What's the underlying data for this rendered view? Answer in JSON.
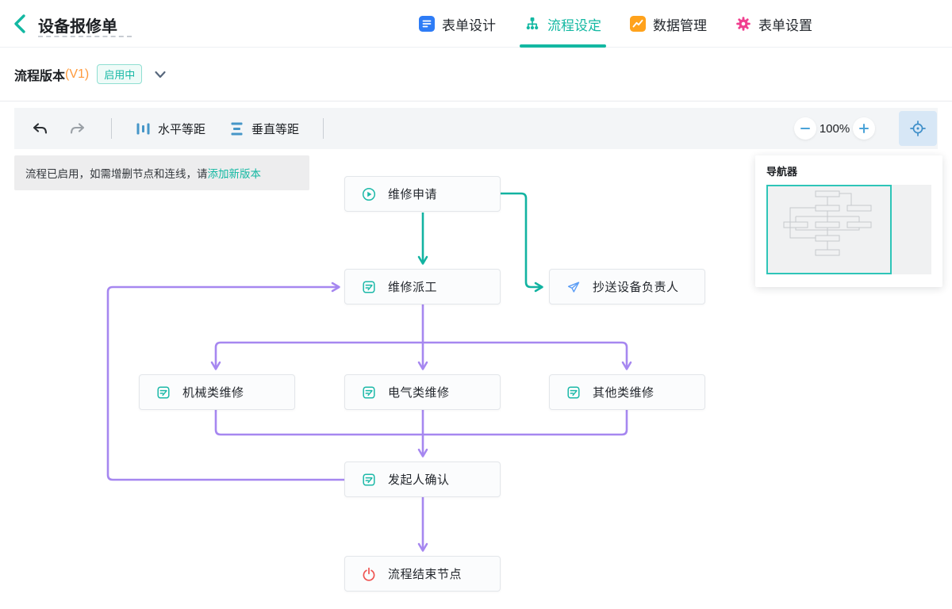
{
  "header": {
    "title": "设备报修单",
    "tabs": [
      {
        "label": "表单设计"
      },
      {
        "label": "流程设定"
      },
      {
        "label": "数据管理"
      },
      {
        "label": "表单设置"
      }
    ]
  },
  "version_bar": {
    "label": "流程版本",
    "version": "(V1)",
    "status": "启用中"
  },
  "toolbar": {
    "distribute_h": "水平等距",
    "distribute_v": "垂直等距",
    "zoom_level": "100%"
  },
  "notice": {
    "text": "流程已启用，如需增删节点和连线，请",
    "link_label": "添加新版本"
  },
  "navigator": {
    "title": "导航器"
  },
  "nodes": [
    {
      "label": "维修申请",
      "icon": "play-icon"
    },
    {
      "label": "维修派工",
      "icon": "form-icon"
    },
    {
      "label": "抄送设备负责人",
      "icon": "send-icon"
    },
    {
      "label": "机械类维修",
      "icon": "form-icon"
    },
    {
      "label": "电气类维修",
      "icon": "form-icon"
    },
    {
      "label": "其他类维修",
      "icon": "form-icon"
    },
    {
      "label": "发起人确认",
      "icon": "form-icon"
    },
    {
      "label": "流程结束节点",
      "icon": "power-icon"
    }
  ],
  "colors": {
    "accent_teal": "#13b8a2",
    "edge_green": "#12b3a1",
    "edge_purple": "#a687f0",
    "tab_blue": "#2e7cf6",
    "tab_orange": "#ffa21c",
    "tab_pink": "#f03f8f",
    "version_orange": "#ff9a3c",
    "node_border": "#e3e6ea"
  }
}
